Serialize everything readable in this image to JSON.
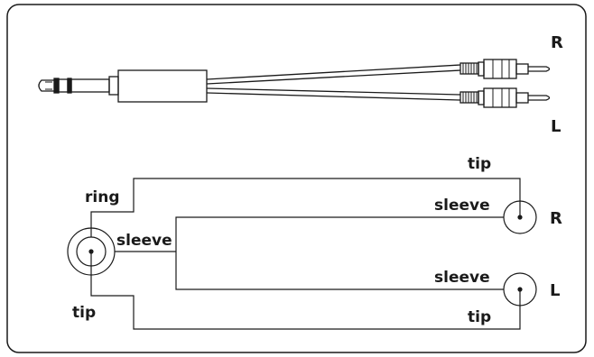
{
  "connector": {
    "channel_right": "R",
    "channel_left": "L"
  },
  "wiring": {
    "ring": "ring",
    "sleeve_source": "sleeve",
    "tip_source": "tip",
    "tip_right": "tip",
    "sleeve_right": "sleeve",
    "channel_right": "R",
    "sleeve_left": "sleeve",
    "tip_left": "tip",
    "channel_left": "L"
  },
  "colors": {
    "line": "#1a1a1a",
    "frame": "#1a1a1a",
    "background": "#ffffff"
  }
}
